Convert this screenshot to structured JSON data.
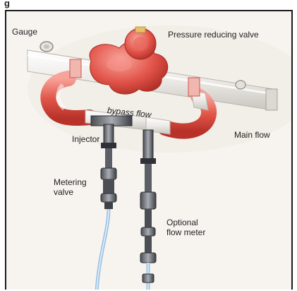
{
  "figure": {
    "header": "g"
  },
  "labels": {
    "gauge": "Gauge",
    "pressure_reducing_valve": "Pressure reducing valve",
    "bypass_flow": "bypass flow",
    "injector": "Injector",
    "main_flow": "Main flow",
    "metering_valve_line1": "Metering",
    "metering_valve_line2": "valve",
    "flow_meter_line1": "Optional",
    "flow_meter_line2": "flow meter"
  }
}
